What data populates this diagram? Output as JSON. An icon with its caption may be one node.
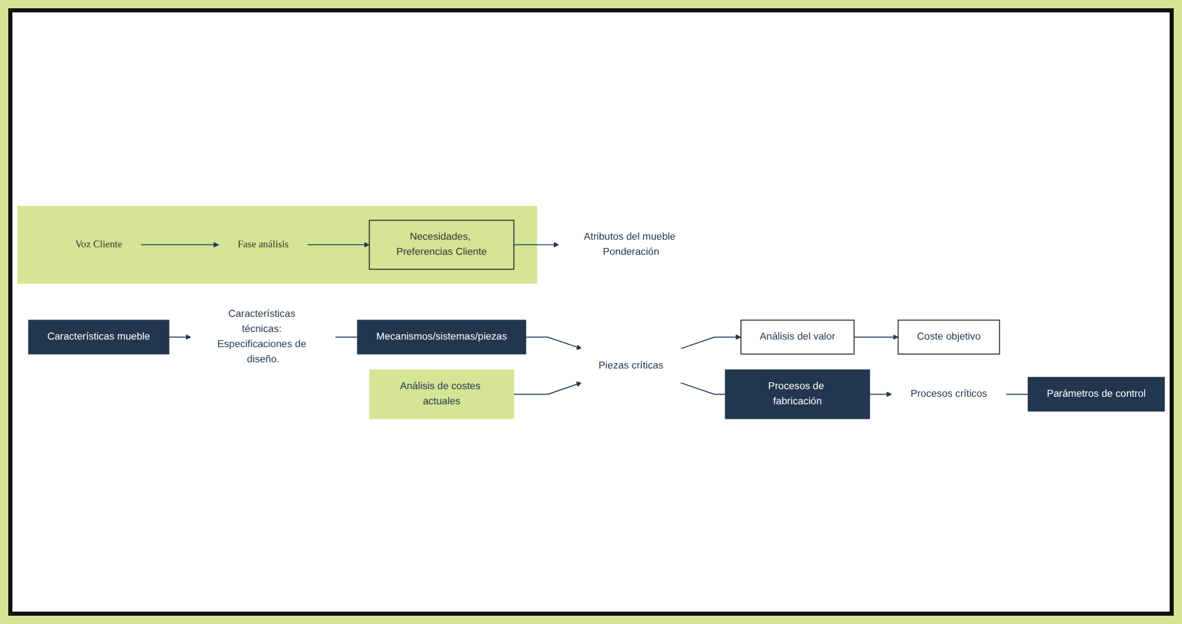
{
  "diagram": {
    "nodes": [
      {
        "text": [],
        "shape": "box"
      },
      {
        "text": [
          "Voz Cliente"
        ],
        "in": 0
      },
      {
        "text": [
          "Fase análisis"
        ],
        "in": 0
      },
      {
        "text": [
          "Necesidades, Preferencias Cliente"
        ],
        "in": 0
      },
      {
        "text": [
          "Atributos del mueble Ponderación"
        ]
      },
      {
        "text": [
          "Características mueble"
        ]
      },
      {
        "text": [
          "Características técnicas: Especificaciones de diseño."
        ]
      },
      {
        "text": [
          "Mecanismos/sistemas/piezas"
        ]
      },
      {
        "text": [
          "Piezas críticas"
        ]
      },
      {
        "text": [
          "Análisis de costes actuales"
        ]
      },
      {
        "text": [
          "Análisis del valor"
        ]
      },
      {
        "text": [
          "Coste objetivo"
        ]
      },
      {
        "text": [
          "Procesos de fabricación"
        ]
      },
      {
        "text": [
          "Procesos críticos"
        ]
      },
      {
        "text": [
          "Parámetros de control"
        ]
      }
    ],
    "edges": [
      {
        "from": 1,
        "to": 2,
        "arrow": "to"
      },
      {
        "from": 2,
        "to": 3,
        "arrow": "to"
      },
      {
        "from": 3,
        "to": 4,
        "arrow": "to"
      },
      {
        "from": 5,
        "to": 6,
        "arrow": "to"
      },
      {
        "from": 6,
        "to": 7,
        "arrow": "none"
      },
      {
        "from": 7,
        "to": 8,
        "arrow": "to"
      },
      {
        "from": 9,
        "to": 8,
        "arrow": "to"
      },
      {
        "from": 8,
        "to": 10,
        "arrow": "to"
      },
      {
        "from": 10,
        "to": 11,
        "arrow": "to"
      },
      {
        "from": 8,
        "to": 12,
        "arrow": "none"
      },
      {
        "from": 12,
        "to": 13,
        "arrow": "to"
      },
      {
        "from": 13,
        "to": 14,
        "arrow": "none"
      }
    ]
  }
}
